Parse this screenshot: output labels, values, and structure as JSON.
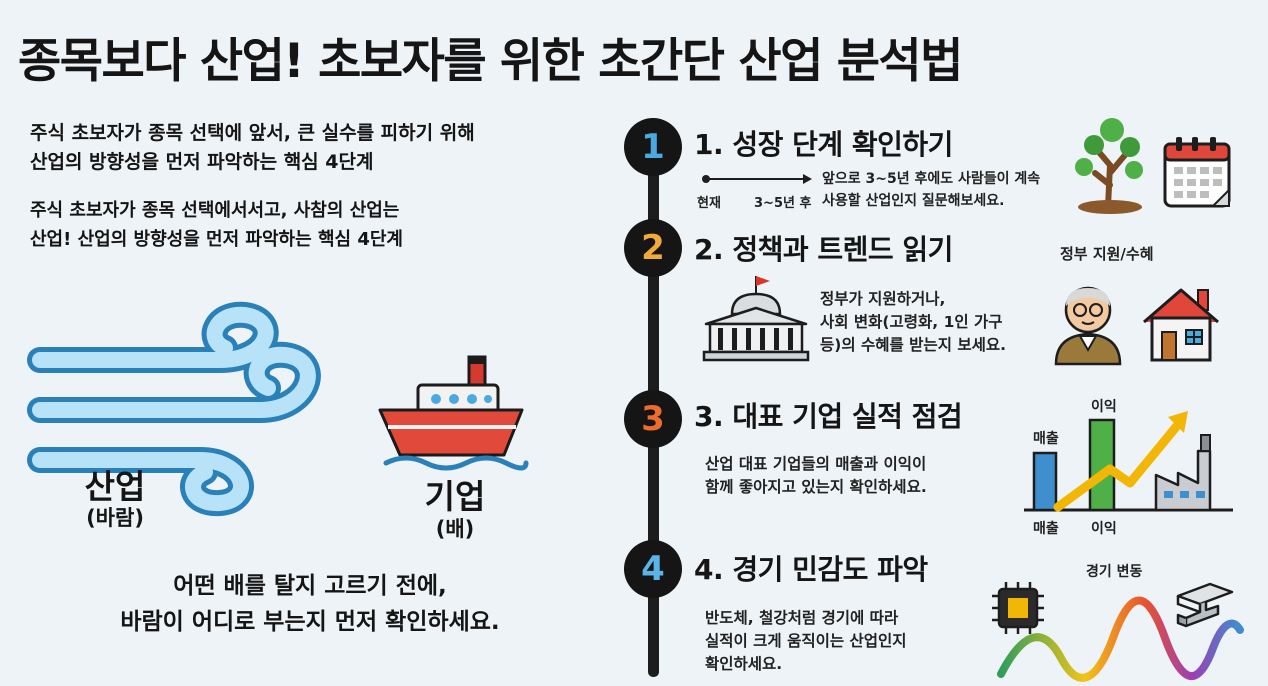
{
  "title": "종목보다 산업! 초보자를 위한 초간단 산업 분석법",
  "intro": [
    "주식 초보자가 종목 선택에 앞서, 큰 실수를 피하기 위해",
    "산업의 방향성을 먼저 파악하는 핵심 4단계",
    "주식 초보자가 종목 선택에서서고, 사참의 산업는",
    "산업!  산업의 방향성을 먼저 파악하는 핵심 4단계"
  ],
  "analogy": {
    "industry_label": "산업",
    "industry_sub": "(바람)",
    "company_label": "기업",
    "company_sub": "(배)",
    "icons": [
      "wind-icon",
      "ship-icon"
    ]
  },
  "bottom_message": [
    "어떤 배를 탈지 고르기 전에,",
    "바람이 어디로 부는지 먼저 확인하세요."
  ],
  "steps": [
    {
      "number": "1",
      "color": "#4aa9e0",
      "title": "1. 성장 단계 확인하기",
      "timeline_now": "현재",
      "timeline_later": "3~5년 후",
      "desc": [
        "앞으로 3~5년 후에도 사람들이 계속",
        "사용할 산업인지 질문해보세요."
      ],
      "icons": [
        "tree-icon",
        "calendar-icon"
      ]
    },
    {
      "number": "2",
      "color": "#f0a93a",
      "title": "2. 정책과 트렌드 읽기",
      "label": "정부 지원/수혜",
      "desc": [
        "정부가 지원하거나,",
        "사회 변화(고령화, 1인 가구",
        "등)의 수혜를 받는지 보세요."
      ],
      "icons": [
        "government-building-icon",
        "elderly-person-icon",
        "house-icon"
      ]
    },
    {
      "number": "3",
      "color": "#ee6b2e",
      "title": "3. 대표 기업 실적 점검",
      "bar_label_sales": "매출",
      "bar_label_profit": "이익",
      "axis_sales": "매출",
      "axis_profit": "이익",
      "desc": [
        "산업 대표 기업들의 매출과 이익이",
        "함께 좋아지고 있는지 확인하세요."
      ],
      "icons": [
        "growth-chart-icon",
        "factory-icon"
      ]
    },
    {
      "number": "4",
      "color": "#5ab4e6",
      "title": "4. 경기 민감도 파악",
      "label": "경기 변동",
      "desc": [
        "반도체, 철강처럼 경기에 따라",
        "실적이 크게 움직이는 산업인지",
        "확인하세요."
      ],
      "icons": [
        "chip-icon",
        "steel-beam-icon",
        "wave-icon"
      ]
    }
  ]
}
